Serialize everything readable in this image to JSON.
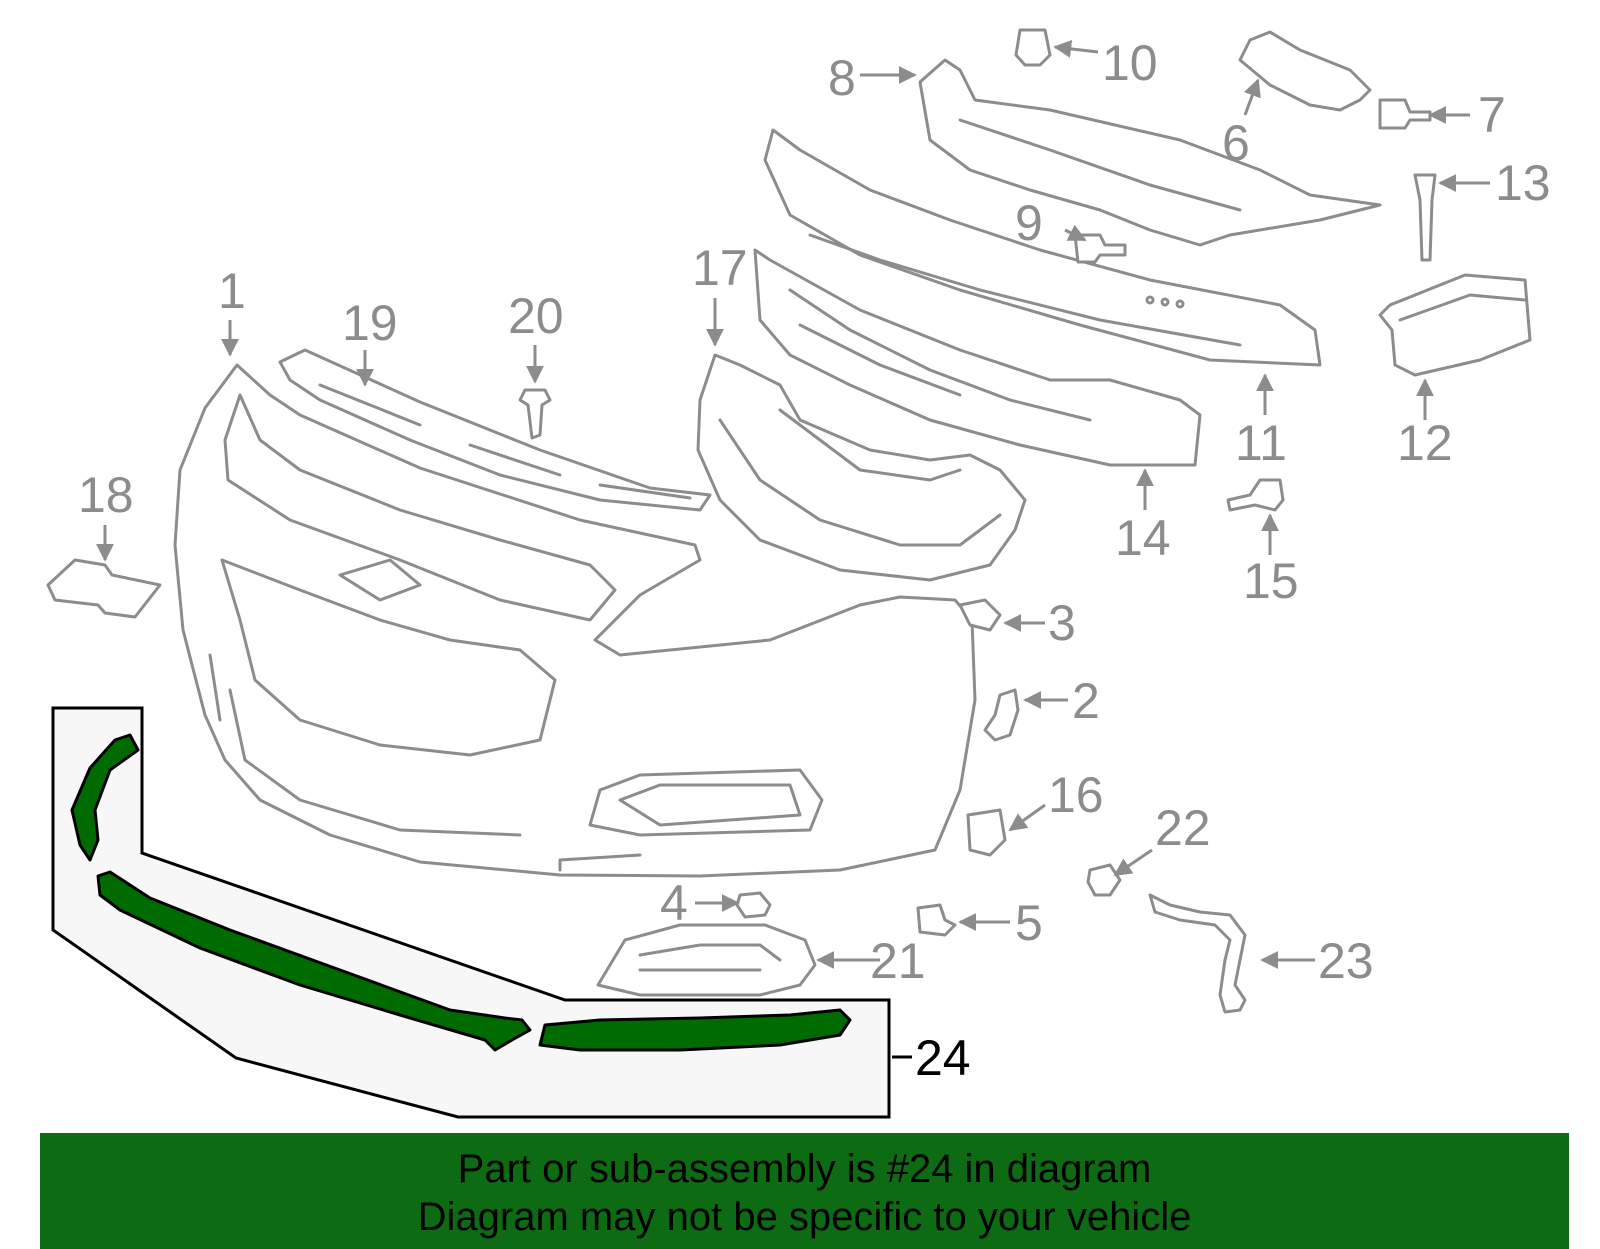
{
  "colors": {
    "linework": "#8c8c8c",
    "highlight_part": "#006b00",
    "banner_bg": "#0d6b13",
    "highlight_box_bg": "#f7f7f7"
  },
  "callouts": {
    "p1": "1",
    "p2": "2",
    "p3": "3",
    "p4": "4",
    "p5": "5",
    "p6": "6",
    "p7": "7",
    "p8": "8",
    "p9": "9",
    "p10": "10",
    "p11": "11",
    "p12": "12",
    "p13": "13",
    "p14": "14",
    "p15": "15",
    "p16": "16",
    "p17": "17",
    "p18": "18",
    "p19": "19",
    "p20": "20",
    "p21": "21",
    "p22": "22",
    "p23": "23",
    "p24": "24"
  },
  "banner": {
    "line1": "Part or sub-assembly is #24 in diagram",
    "line2": "Diagram may not be specific to your vehicle"
  }
}
